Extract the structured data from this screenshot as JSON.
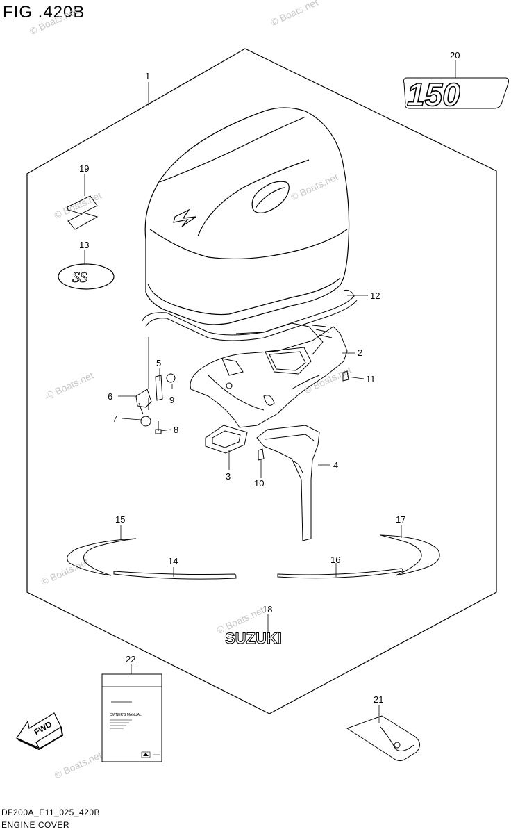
{
  "header": {
    "figure_id": "FIG .420B"
  },
  "footer": {
    "model_code": "DF200A_E11_025_420B",
    "section_name": "ENGINE COVER"
  },
  "callouts": [
    "1",
    "2",
    "3",
    "4",
    "5",
    "6",
    "7",
    "8",
    "9",
    "10",
    "11",
    "12",
    "13",
    "14",
    "15",
    "16",
    "17",
    "18",
    "19",
    "20",
    "21",
    "22"
  ],
  "decals": {
    "model_number": "150",
    "brand": "SUZUKI",
    "fwd": "FWD",
    "ss_logo": "SS"
  },
  "manual": {
    "title": "OWNER'S MANUAL"
  },
  "watermark": {
    "text": "© Boats.net"
  }
}
